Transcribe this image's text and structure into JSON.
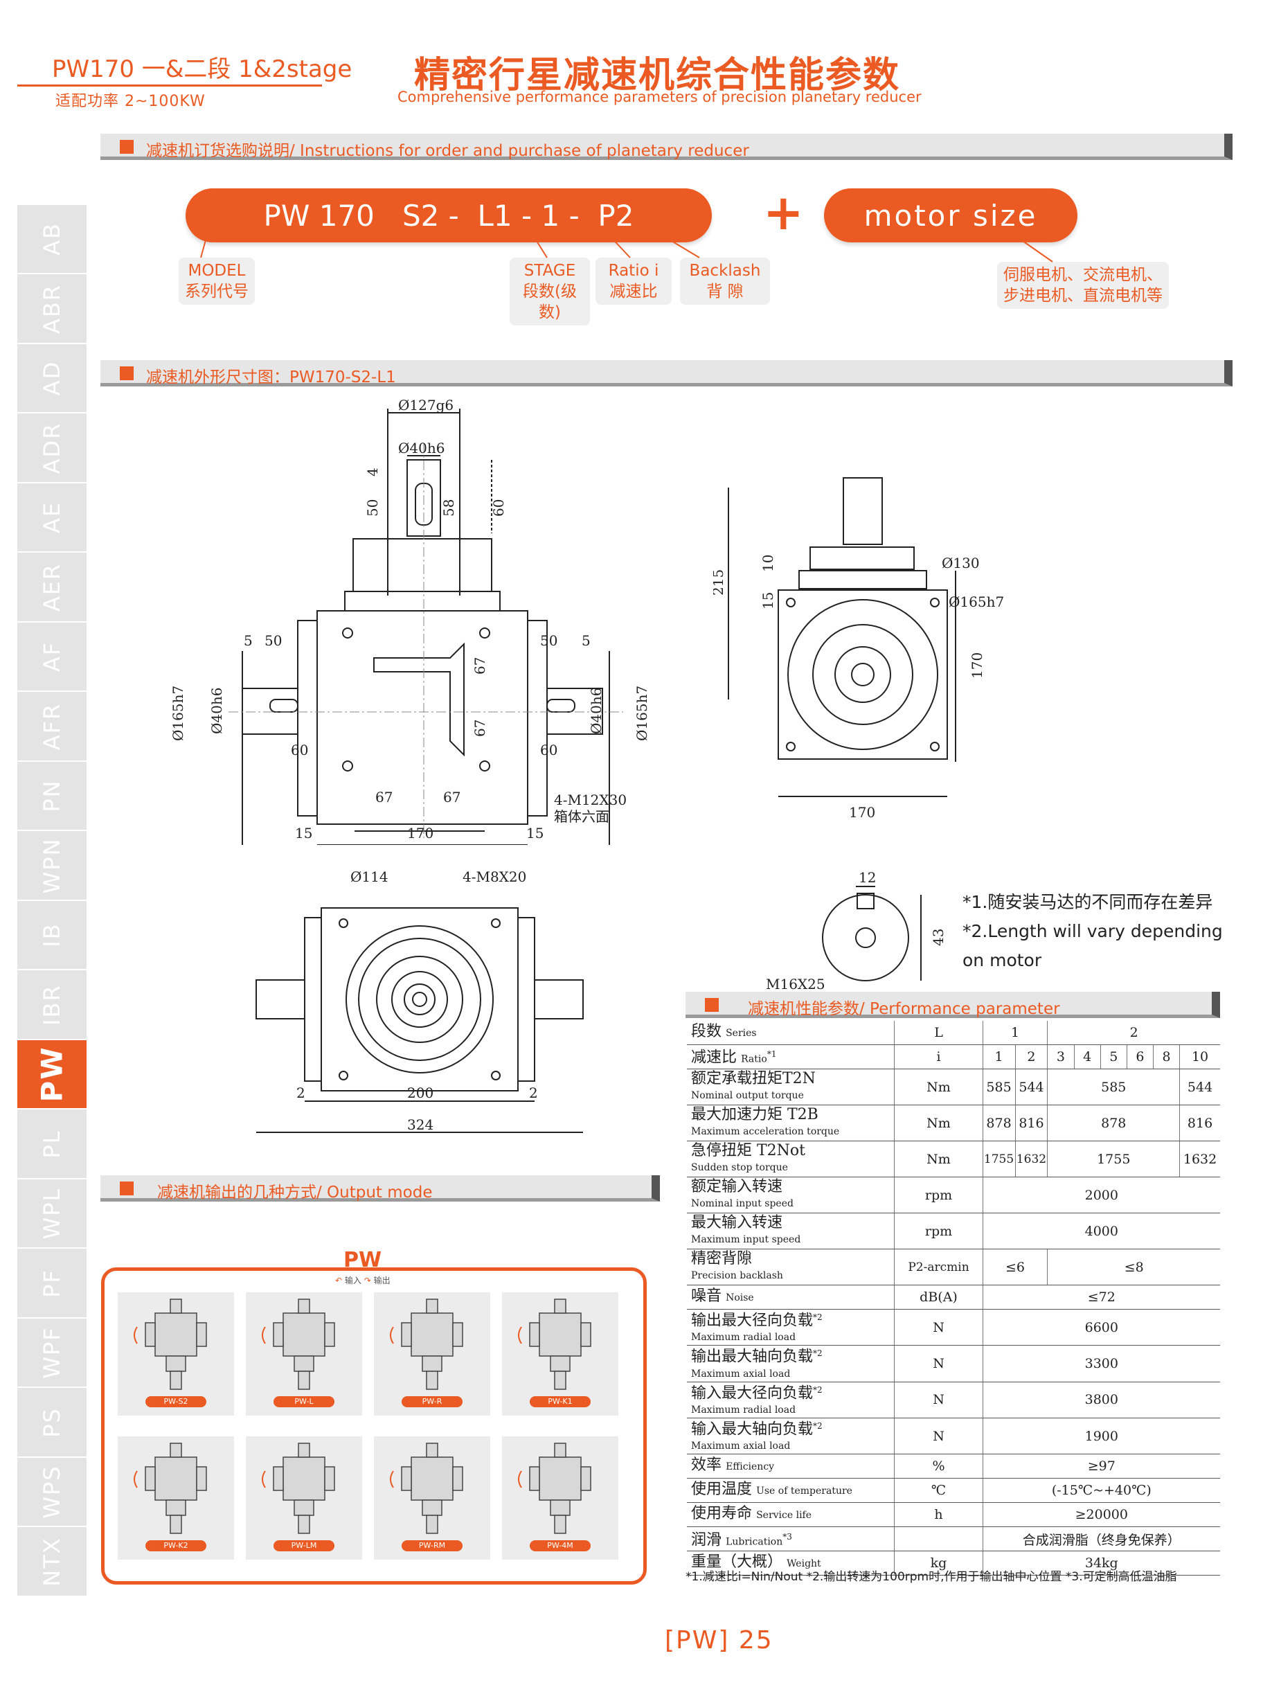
{
  "header": {
    "series_title": "PW170 一&二段 1&2stage",
    "power": "适配功率  2~100KW",
    "main_title": "精密行星减速机综合性能参数",
    "sub_title": "Comprehensive performance parameters of precision planetary reducer"
  },
  "sections": {
    "order": "减速机订货选购说明/ Instructions for order and purchase of planetary reducer",
    "dimension": "减速机外形尺寸图：PW170-S2-L1",
    "output": "减速机输出的几种方式/ Output mode",
    "performance": "减速机性能参数/ Performance parameter"
  },
  "side_tabs": [
    "AB",
    "ABR",
    "AD",
    "ADR",
    "AE",
    "AER",
    "AF",
    "AFR",
    "PN",
    "WPN",
    "IB",
    "IBR",
    "PW",
    "PL",
    "WPL",
    "PF",
    "WPF",
    "PS",
    "WPS",
    "NTX"
  ],
  "active_tab": "PW",
  "order_code": {
    "code": "PW 170   S2 -  L1 - 1 -  P2",
    "plus": "+",
    "motor": "motor size",
    "labels": {
      "model_en": "MODEL",
      "model_cn": "系列代号",
      "stage_en": "STAGE",
      "stage_cn": "段数(级数)",
      "ratio_en": "Ratio i",
      "ratio_cn": "减速比",
      "backlash_en": "Backlash",
      "backlash_cn": "背  隙",
      "motor_line1": "伺服电机、交流电机、",
      "motor_line2": "步进电机、直流电机等"
    }
  },
  "dims": {
    "front": {
      "d127": "Ø127g6",
      "d40": "Ø40h6",
      "key4": "4",
      "len50": "50",
      "len58": "58",
      "len60": "60",
      "l5a": "5",
      "l50a": "50",
      "r50": "50",
      "r5": "5",
      "d165l": "Ø165h7",
      "d40l": "Ø40h6",
      "d40r": "Ø40h6",
      "d165r": "Ø165h7",
      "v67a": "67",
      "v67b": "67",
      "l60": "60",
      "r60": "60",
      "h67a": "67",
      "h67b": "67",
      "bolt": "4-M12X30",
      "bolt_cn": "箱体六面",
      "b15a": "15",
      "b170": "170",
      "b15b": "15"
    },
    "side": {
      "h215": "215",
      "h10": "10",
      "h15": "15",
      "d130": "Ø130",
      "d165": "Ø165h7",
      "v170": "170",
      "b170": "170"
    },
    "bottom": {
      "d114": "Ø114",
      "m8": "4-M8X20",
      "s2a": "2",
      "s200": "200",
      "s2b": "2",
      "s324": "324"
    },
    "key": {
      "k12": "12",
      "k43": "43",
      "m16": "M16X25"
    }
  },
  "notes": [
    "*1.随安装马达的不同而存在差异",
    "*2.Length will vary depending",
    "on motor"
  ],
  "output_modes": {
    "title": "PW",
    "legend_in": "输入",
    "legend_out": "输出",
    "items": [
      "PW-S2",
      "PW-L",
      "PW-R",
      "PW-K1",
      "PW-K2",
      "PW-LM",
      "PW-RM",
      "PW-4M"
    ]
  },
  "perf": {
    "series_cn": "段数",
    "series_en": "Series",
    "series_unit": "L",
    "stage1": "1",
    "stage2": "2",
    "ratio_cn": "减速比",
    "ratio_en": "Ratio",
    "ratio_sup": "*1",
    "ratio_unit": "i",
    "ratios": [
      "1",
      "2",
      "3",
      "4",
      "5",
      "6",
      "8",
      "10"
    ],
    "rows": [
      {
        "cn": "额定承载扭矩T2N",
        "en": "Nominal output torque",
        "unit": "Nm",
        "a": "585",
        "b": "544",
        "c": "585",
        "d": "544"
      },
      {
        "cn": "最大加速力矩 T2B",
        "en": "Maximum acceleration torque",
        "unit": "Nm",
        "a": "878",
        "b": "816",
        "c": "878",
        "d": "816"
      },
      {
        "cn": "急停扭矩 T2Not",
        "en": "Sudden stop torque",
        "unit": "Nm",
        "a": "1755",
        "b": "1632",
        "c": "1755",
        "d": "1632"
      }
    ],
    "rows2": [
      {
        "cn": "额定输入转速",
        "en": "Nominal input speed",
        "unit": "rpm",
        "v": "2000"
      },
      {
        "cn": "最大输入转速",
        "en": "Maximum input speed",
        "unit": "rpm",
        "v": "4000"
      }
    ],
    "backlash": {
      "cn": "精密背隙",
      "en": "Precision backlash",
      "unit": "P2-arcmin",
      "a": "≤6",
      "b": "≤8"
    },
    "rows3": [
      {
        "cn": "噪音",
        "en": "Noise",
        "sup": "",
        "unit": "dB(A)",
        "v": "≤72"
      },
      {
        "cn": "输出最大径向负载",
        "en": "Maximum radial load",
        "sup": "*2",
        "unit": "N",
        "v": "6600"
      },
      {
        "cn": "输出最大轴向负载",
        "en": "Maximum axial load",
        "sup": "*2",
        "unit": "N",
        "v": "3300"
      },
      {
        "cn": "输入最大径向负载",
        "en": "Maximum radial load",
        "sup": "*2",
        "unit": "N",
        "v": "3800"
      },
      {
        "cn": "输入最大轴向负载",
        "en": "Maximum axial load",
        "sup": "*2",
        "unit": "N",
        "v": "1900"
      },
      {
        "cn": "效率",
        "en": "Efficiency",
        "sup": "",
        "unit": "%",
        "v": "≥97"
      },
      {
        "cn": "使用温度",
        "en": "Use of temperature",
        "sup": "",
        "unit": "℃",
        "v": "(-15℃~+40℃)"
      },
      {
        "cn": "使用寿命",
        "en": "Service life",
        "sup": "",
        "unit": "h",
        "v": "≥20000"
      },
      {
        "cn": "润滑",
        "en": "Lubrication",
        "sup": "*3",
        "unit": "",
        "v": "合成润滑脂（终身免保养）"
      },
      {
        "cn": "重量（大概）",
        "en": "Weight",
        "sup": "",
        "unit": "kg",
        "v": "34kg"
      }
    ],
    "footnote": "*1.减速比i=Nin/Nout   *2.输出转速为100rpm时,作用于输出轴中心位置   *3.可定制高低温油脂"
  },
  "page_number": "[PW] 25",
  "colors": {
    "accent": "#ea5a22",
    "tab_bg": "#e4e4e4",
    "section_bg": "#e6e6e6"
  }
}
